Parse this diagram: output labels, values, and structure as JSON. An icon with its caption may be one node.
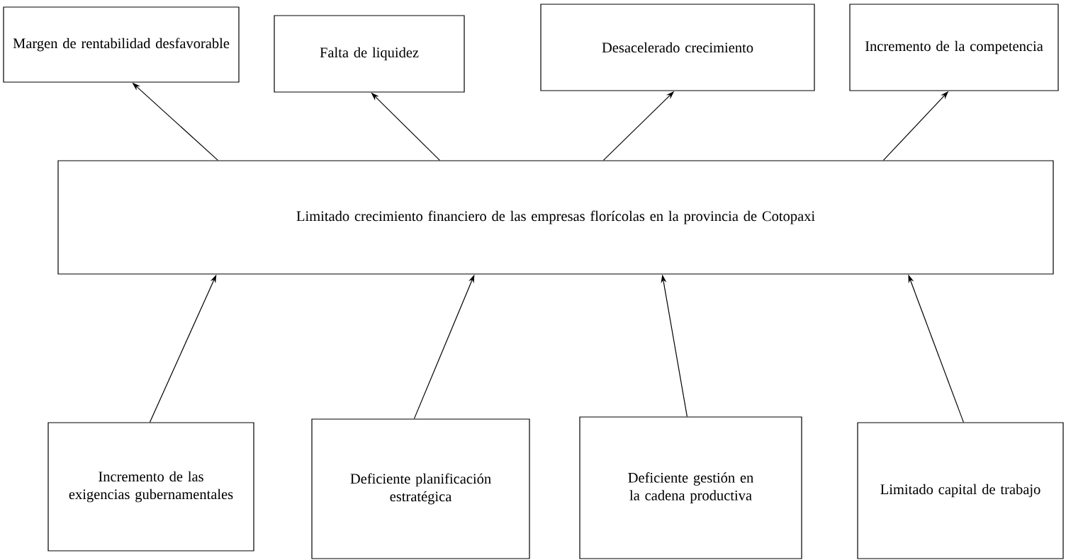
{
  "diagram": {
    "nodes": [
      {
        "text": [
          "Margen de rentabilidad desfavorable"
        ]
      },
      {
        "text": [
          "Falta de liquidez"
        ]
      },
      {
        "text": [
          "Desacelerado crecimiento"
        ]
      },
      {
        "text": [
          "Incremento de la competencia"
        ]
      },
      {
        "text": [
          "Limitado crecimiento financiero de las empresas florícolas en la provincia de Cotopaxi"
        ]
      },
      {
        "text": [
          "Incremento de las exigencias gubernamentales"
        ]
      },
      {
        "text": [
          "Deficiente planificación estratégica"
        ]
      },
      {
        "text": [
          "Deficiente gestión en la cadena productiva"
        ]
      },
      {
        "text": [
          "Limitado capital de trabajo"
        ]
      }
    ],
    "edges": [
      {
        "from": 4,
        "to": 0,
        "arrow": "to"
      },
      {
        "from": 4,
        "to": 1,
        "arrow": "to"
      },
      {
        "from": 4,
        "to": 2,
        "arrow": "to"
      },
      {
        "from": 4,
        "to": 3,
        "arrow": "to"
      },
      {
        "from": 5,
        "to": 4,
        "arrow": "to"
      },
      {
        "from": 6,
        "to": 4,
        "arrow": "to"
      },
      {
        "from": 7,
        "to": 4,
        "arrow": "to"
      },
      {
        "from": 8,
        "to": 4,
        "arrow": "to"
      }
    ]
  }
}
